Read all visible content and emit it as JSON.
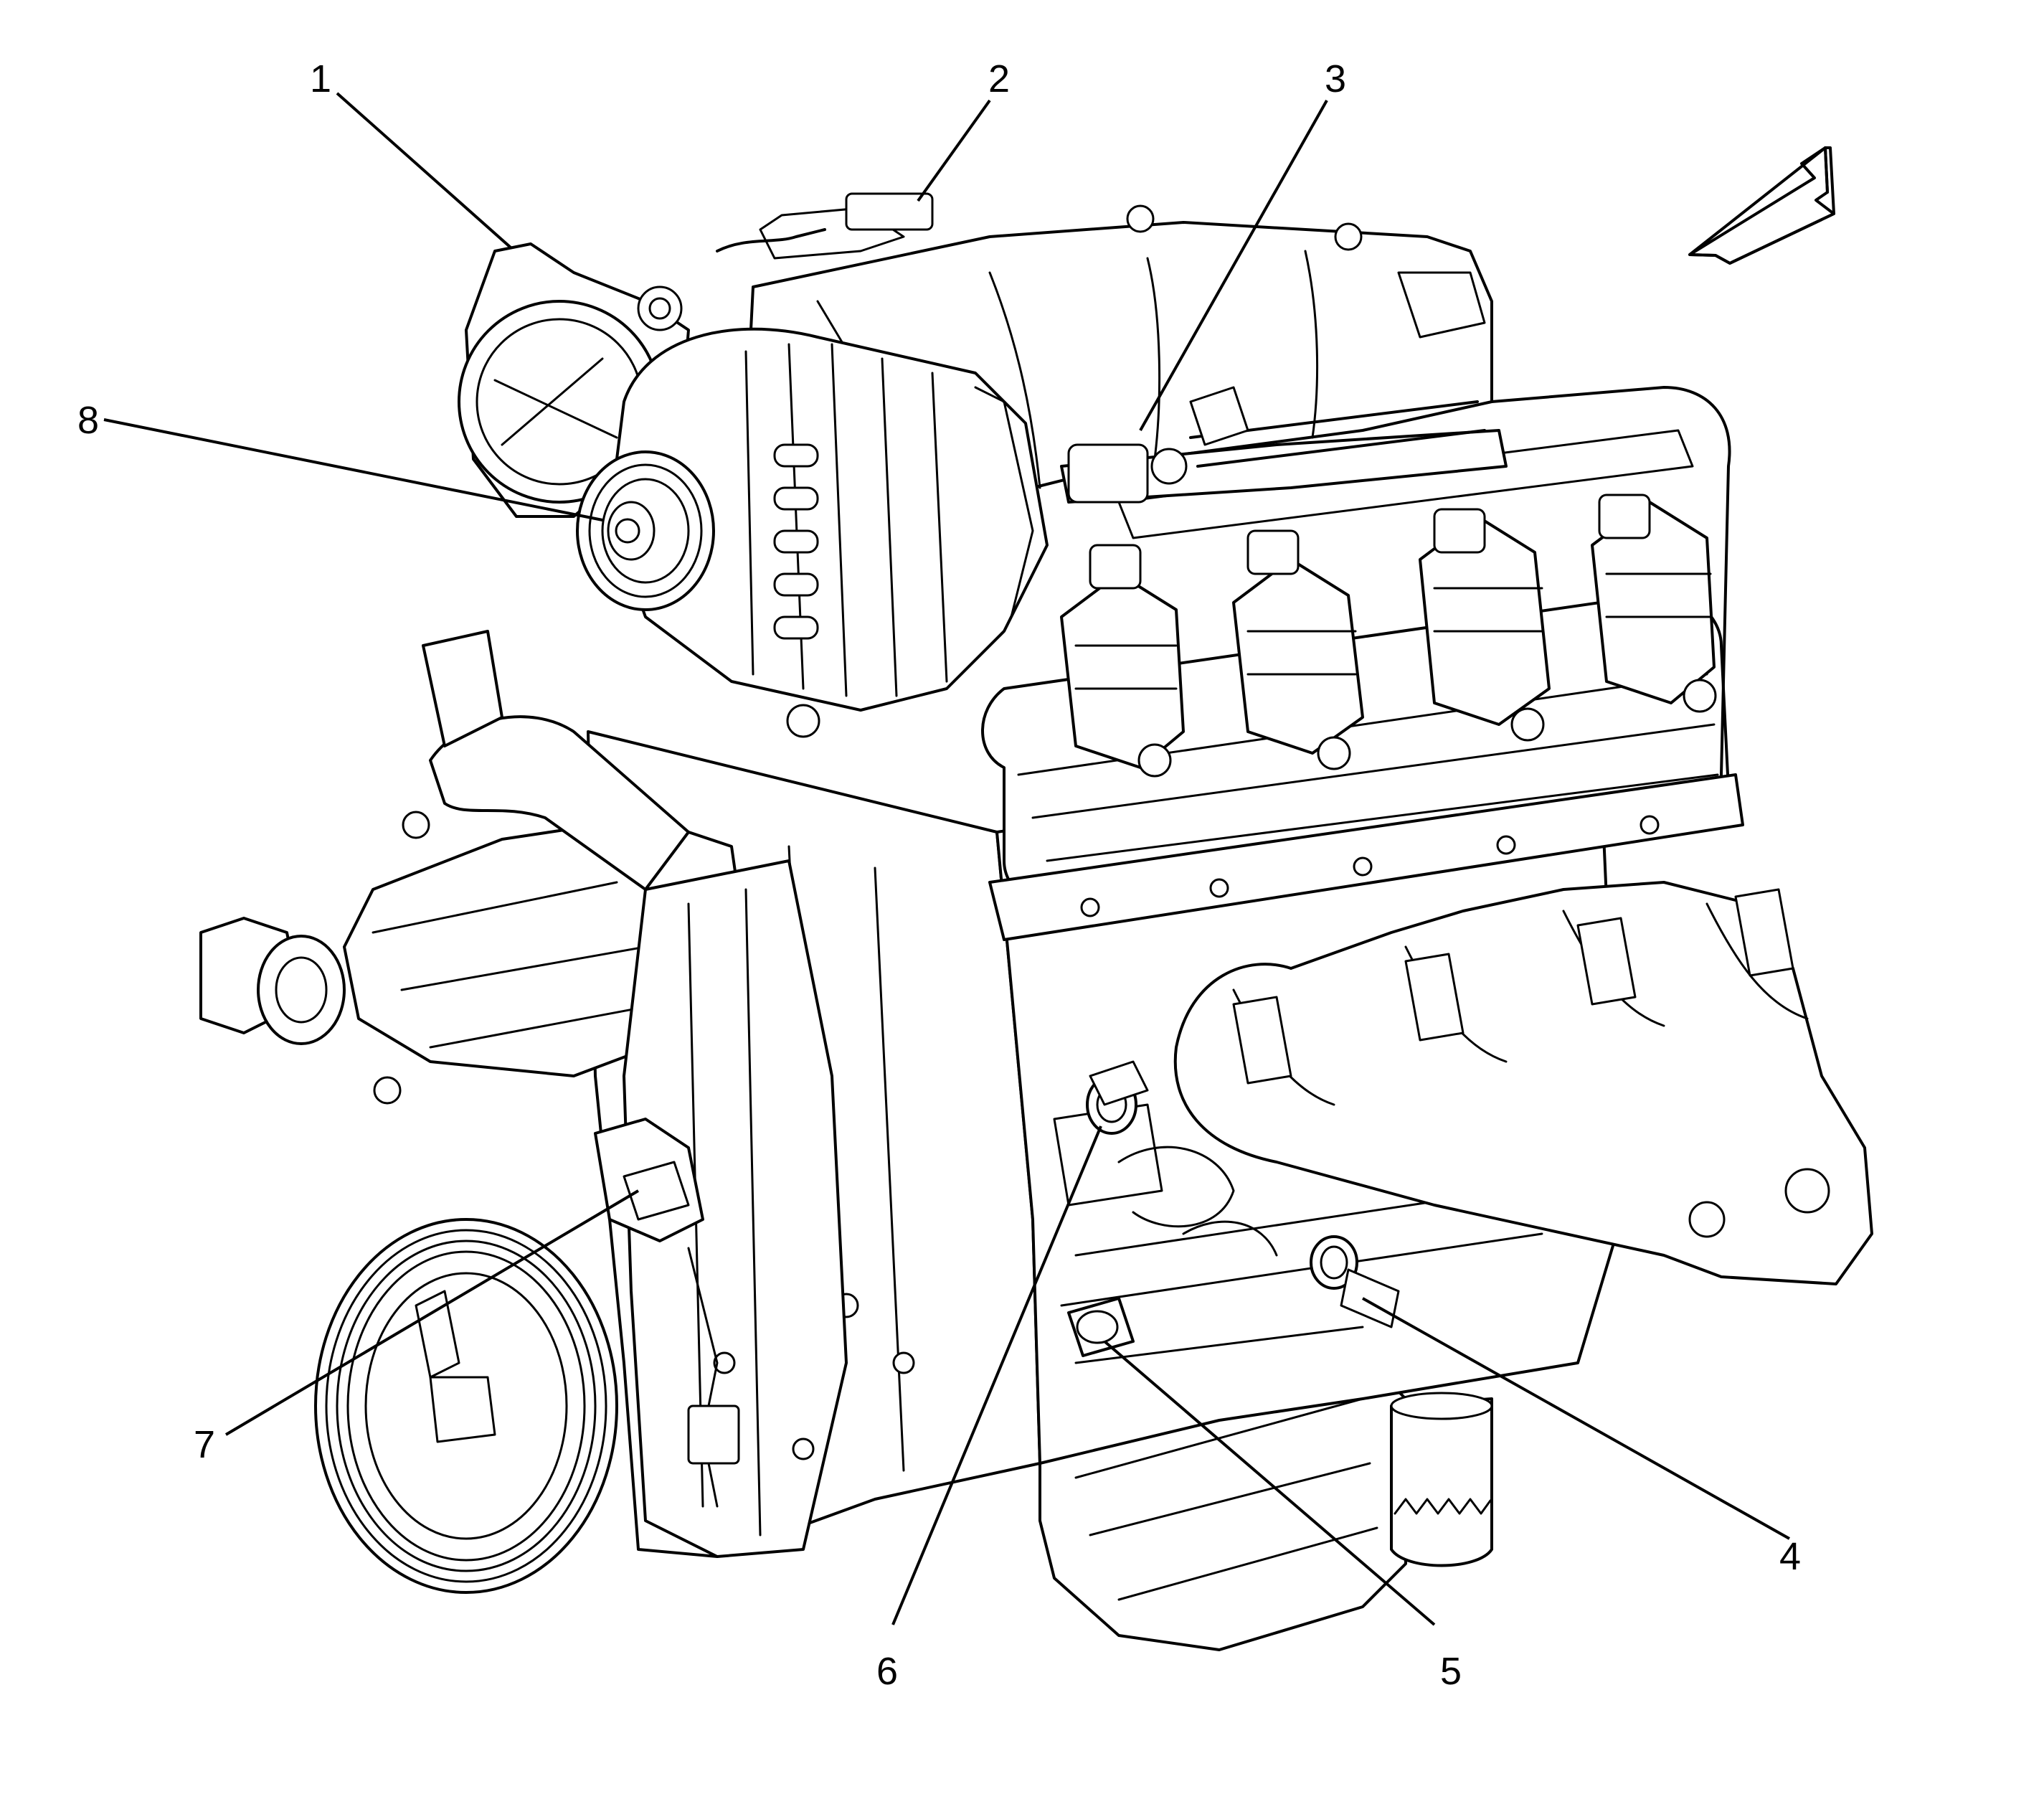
{
  "callouts": [
    {
      "id": 1,
      "label": "1"
    },
    {
      "id": 2,
      "label": "2"
    },
    {
      "id": 3,
      "label": "3"
    },
    {
      "id": 4,
      "label": "4"
    },
    {
      "id": 5,
      "label": "5"
    },
    {
      "id": 6,
      "label": "6"
    },
    {
      "id": 7,
      "label": "7"
    },
    {
      "id": 8,
      "label": "8"
    }
  ],
  "icons": {
    "view_direction": "front-view-arrow-icon"
  }
}
